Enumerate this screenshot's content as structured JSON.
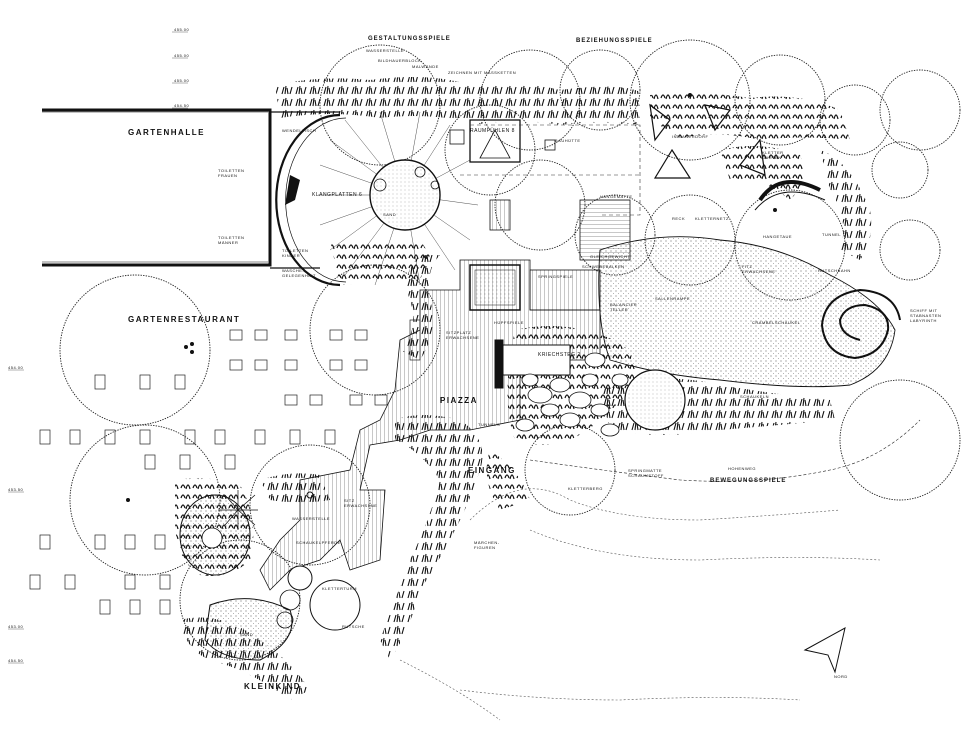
{
  "labels": {
    "gartenhalle": "GARTENHALLE",
    "gestaltungsspiele": "GESTALTUNGSSPIELE",
    "beziehungsspiele": "BEZIEHUNGSSPIELE",
    "gartenrestaurant": "GARTENRESTAURANT",
    "piazza": "PIAZZA",
    "eingang": "EINGANG",
    "bewegungsspiele": "BEWEGUNGSSPIELE",
    "kleinkind": "KLEINKIND",
    "wasserstelle": "WASSERSTELLE",
    "bildhauerblock": "BILDHAUERBLOCK",
    "malwande": "MALWÄNDE",
    "zeichnen": "ZEICHNEN MIT MASSKETTEN",
    "klangplatten": "KLANGPLATTEN 6",
    "sand": "SAND",
    "toiletten_frauen": "TOILETTEN FRAUEN",
    "toiletten_manner": "TOILETTEN MÄNNER",
    "toiletten_kinder": "TOILETTEN KINDER",
    "wasche": "WASCHE-GELEGENHEIT",
    "wendeltisch": "WENDELTISCH",
    "raumfuhlen": "RAUMFÜHLEN 8",
    "bauhutte": "BAUHÜTTE",
    "indianerdorf": "INDIANERDORF",
    "kletter_garten": "KLETTER GARTEN",
    "reck": "RECK",
    "kletternetz": "KLETTERNETZ",
    "hangetaue": "HANGETAUE",
    "tunnel": "TUNNEL",
    "rutschbahn": "RUTSCHBAHN",
    "springspiele": "SPRINGSPIELE",
    "schwebebalken": "SCHWEBEBALKEN",
    "hangematte": "HÄNGEMATTE",
    "gleichgewicht": "GLEICHGEWICHT",
    "fitz_erwachsene": "FITZ ERWACHSENE",
    "balancier_teller": "BALANCIER TELLER",
    "gallerampe": "SALLENRAMPE",
    "crambel": "CRAMBELSCHAUKEL",
    "schiff": "SCHIFF MIT STABNASTEN LABYRINTH",
    "sitzplatz": "SITZPLATZ ERWACHSENE",
    "hupfspiele": "HÜPFSPIELE",
    "kriechsteg": "KRIECHSTEG 2",
    "schaukeln": "SCHAUKELN",
    "springmatte": "SPRINGMATTE SCHAUMSTOFF",
    "hohenweg": "HOHENWEG",
    "kletterberg": "KLETTERBERG",
    "marchen": "MÄRCHEN-FIGUREN",
    "tunnels": "TUNNELS",
    "wasserstelle2": "WASSERSTELLE",
    "sitz_erwachsene2": "SITZ ERWACHSENE",
    "schaukelpferde": "SCHAUKELPFERDE",
    "kletterturm": "KLETTERTURM",
    "sand2": "SAND",
    "rutsche": "RUTSCHE",
    "north": "NORD",
    "elev1": "455.00",
    "elev2": "455.00",
    "elev3": "455.00",
    "elev4": "454.50",
    "elev5": "454.00",
    "elev6": "453.50",
    "elev7": "453.00",
    "elev8": "454.50"
  }
}
